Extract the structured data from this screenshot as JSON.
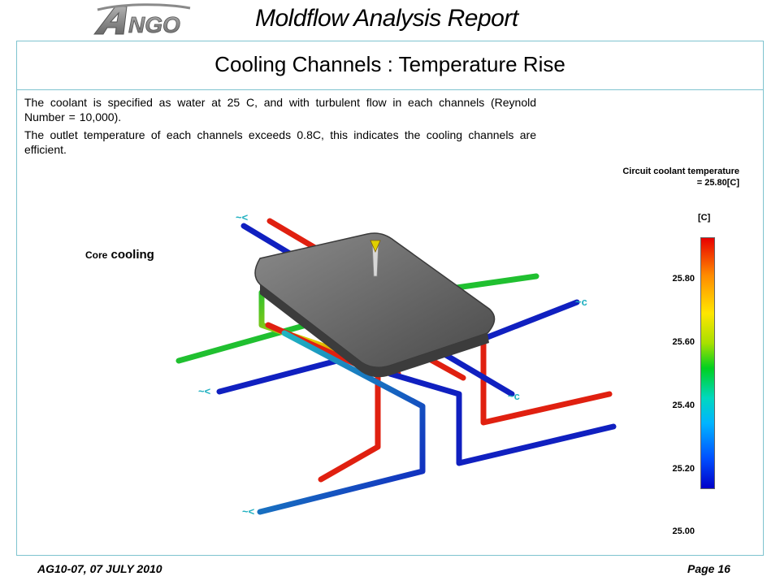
{
  "header": {
    "logo_text": "ANGO",
    "report_title": "Moldflow Analysis Report"
  },
  "slide": {
    "title": "Cooling Channels : Temperature Rise",
    "paragraph1": "The coolant is specified as water at 25 C, and with turbulent flow in each channels (Reynold Number = 10,000).",
    "paragraph2": "The outlet temperature of each channels exceeds 0.8C, this indicates the cooling channels are efficient.",
    "core_label_prefix": "Core",
    "core_label_main": "cooling"
  },
  "legend": {
    "title_line1": "Circuit coolant temperature",
    "title_line2": "= 25.80[C]",
    "unit": "[C]",
    "ticks": [
      "25.80",
      "25.60",
      "25.40",
      "25.20",
      "25.00"
    ],
    "max": 25.8,
    "min": 25.0
  },
  "colors": {
    "frame_border": "#7fc3cf",
    "hot": "#e02010",
    "warm": "#20c030",
    "cold": "#1020c0",
    "part": "#6e6e6e"
  },
  "footer": {
    "left": "AG10-07, 07 JULY 2010",
    "right": "Page 16"
  }
}
